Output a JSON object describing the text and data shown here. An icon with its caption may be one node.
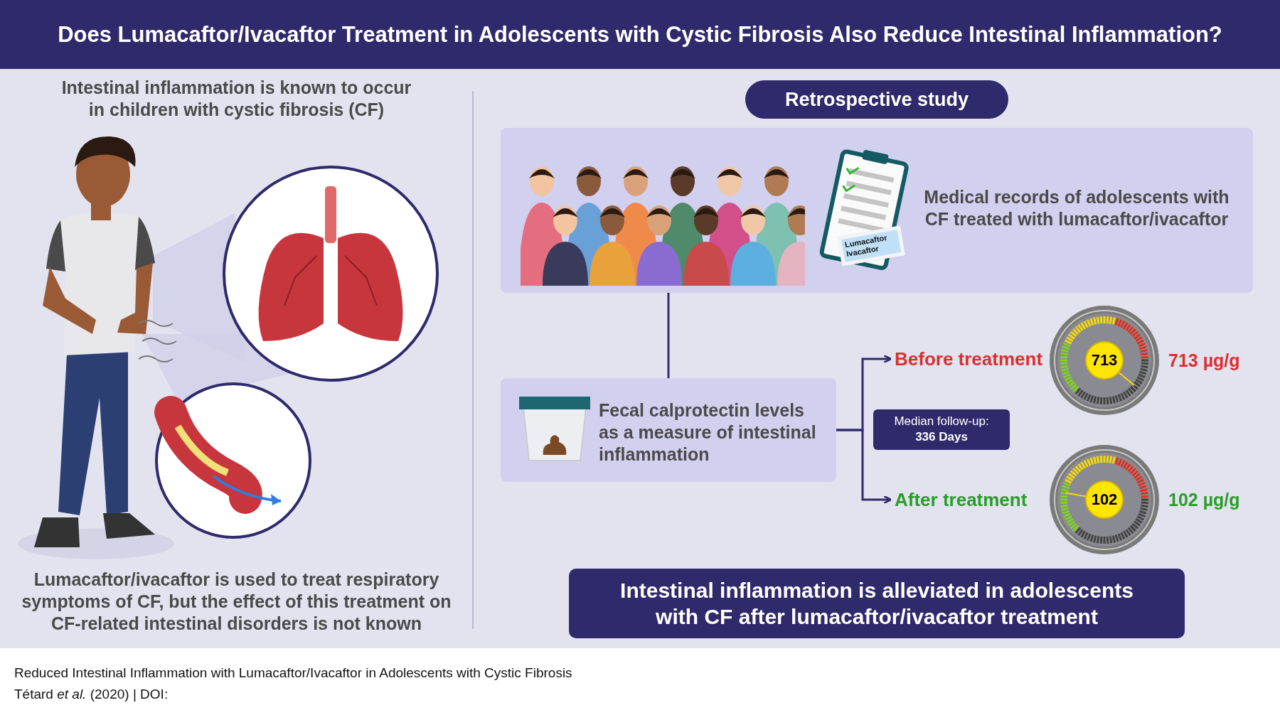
{
  "diagram": {
    "title": "Does Lumacaftor/Ivacaftor Treatment in Adolescents with Cystic Fibrosis Also Reduce Intestinal Inflammation?",
    "nodes": [
      {
        "text": [
          "Retrospective study"
        ]
      },
      {
        "text": [
          "Medical records of adolescents with CF treated with lumacaftor/ivacaftor"
        ]
      },
      {
        "text": [
          "Lumacaftor Ivacaftor"
        ],
        "in": 1
      },
      {
        "text": [
          "Fecal calprotectin levels as a measure of intestinal inflammation"
        ]
      },
      {
        "text": [
          "Before treatment"
        ]
      },
      {
        "text": [
          "713"
        ],
        "beside": [
          "713 µg/g"
        ]
      },
      {
        "text": [
          "Median follow-up:",
          "336 Days"
        ]
      },
      {
        "text": [
          "After treatment"
        ]
      },
      {
        "text": [
          "102"
        ],
        "beside": [
          "102 µg/g"
        ]
      },
      {
        "text": [
          "Intestinal inflammation is alleviated in adolescents with CF after lumacaftor/ivacaftor treatment"
        ]
      }
    ],
    "edges": [
      {
        "from": 1,
        "to": 3,
        "arrow": "none"
      },
      {
        "from": 3,
        "to": 4,
        "arrow": "to"
      },
      {
        "from": 3,
        "to": 7,
        "arrow": "to"
      }
    ],
    "labels": [
      "Intestinal inflammation is known to occur in children with cystic fibrosis (CF)",
      "Lumacaftor/ivacaftor is used to treat respiratory symptoms of CF, but the effect of this treatment on CF-related intestinal disorders is not known",
      "Reduced Intestinal Inflammation with Lumacaftor/Ivacaftor in Adolescents with Cystic Fibrosis",
      "Tétard *et al.* (2020) | DOI:"
    ]
  }
}
